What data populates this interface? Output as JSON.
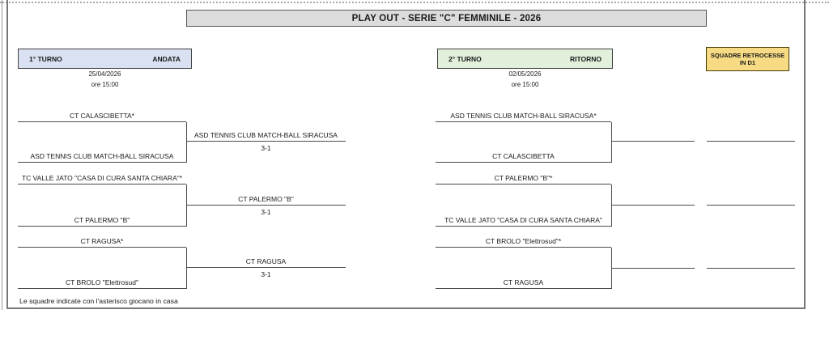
{
  "title": "PLAY OUT - SERIE \"C\" FEMMINILE - 2026",
  "note": "Le squadre indicate con l'asterisco giocano in casa",
  "rounds": {
    "first": {
      "name": "1° TURNO",
      "leg": "ANDATA",
      "date": "25/04/2026",
      "time": "ore 15:00"
    },
    "second": {
      "name": "2° TURNO",
      "leg": "RITORNO",
      "date": "02/05/2026",
      "time": "ore 15:00"
    }
  },
  "relegation": {
    "line1": "SQUADRE RETROCESSE",
    "line2": "IN D1"
  },
  "matches": {
    "first_leg": [
      {
        "home": "CT CALASCIBETTA*",
        "away": "ASD TENNIS CLUB MATCH-BALL SIRACUSA",
        "winner": "ASD TENNIS CLUB MATCH-BALL SIRACUSA",
        "score": "3-1"
      },
      {
        "home": "TC VALLE JATO \"CASA DI CURA SANTA CHIARA\"*",
        "away": "CT PALERMO \"B\"",
        "winner": "CT PALERMO \"B\"",
        "score": "3-1"
      },
      {
        "home": "CT RAGUSA*",
        "away": "CT BROLO \"Elettrosud\"",
        "winner": "CT RAGUSA",
        "score": "3-1"
      }
    ],
    "second_leg": [
      {
        "home": "ASD TENNIS CLUB MATCH-BALL SIRACUSA*",
        "away": "CT CALASCIBETTA",
        "winner": "",
        "score": ""
      },
      {
        "home": "CT PALERMO \"B\"*",
        "away": "TC VALLE JATO \"CASA DI CURA SANTA CHIARA\"",
        "winner": "",
        "score": ""
      },
      {
        "home": "CT BROLO \"Elettrosud\"*",
        "away": "CT RAGUSA",
        "winner": "",
        "score": ""
      }
    ]
  },
  "colors": {
    "title_bg": "#dcdcdc",
    "round1_bg": "#d9e1f2",
    "round2_bg": "#e2efda",
    "relegation_bg": "#f6db84",
    "line": "#4a4a4a",
    "frame": "#777777"
  }
}
